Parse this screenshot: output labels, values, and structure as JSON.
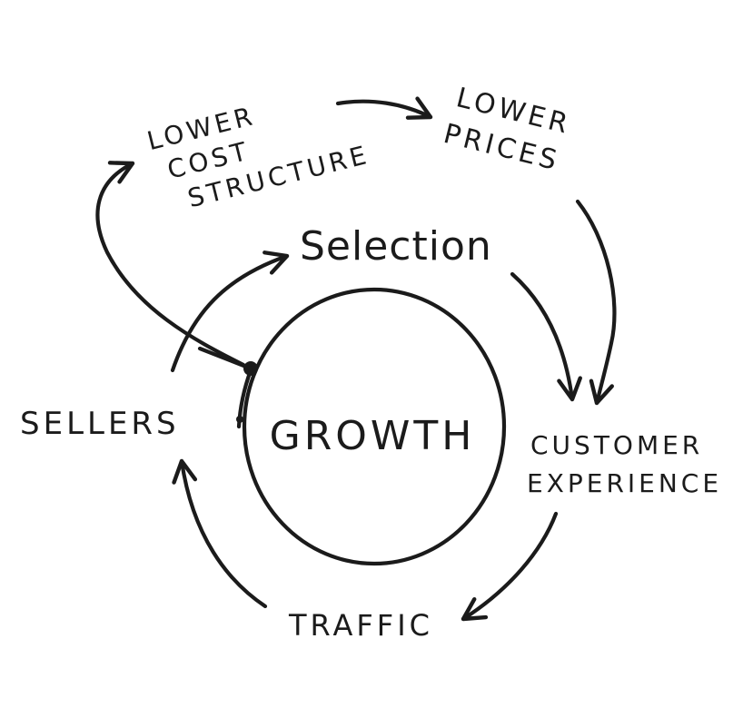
{
  "diagram": {
    "labels": {
      "lower_cost_structure": [
        "LOWER",
        "COST",
        "STRUCTURE"
      ],
      "lower_prices": [
        "LOWER",
        "PRICES"
      ],
      "selection": "Selection",
      "growth": "GROWTH",
      "customer_experience": [
        "CUSTOMER",
        "EXPERIENCE"
      ],
      "traffic": "TRAFFIC",
      "sellers": "SELLERS"
    },
    "colors": {
      "ink": "#1b1b1b",
      "paper": "#ffffff"
    }
  }
}
